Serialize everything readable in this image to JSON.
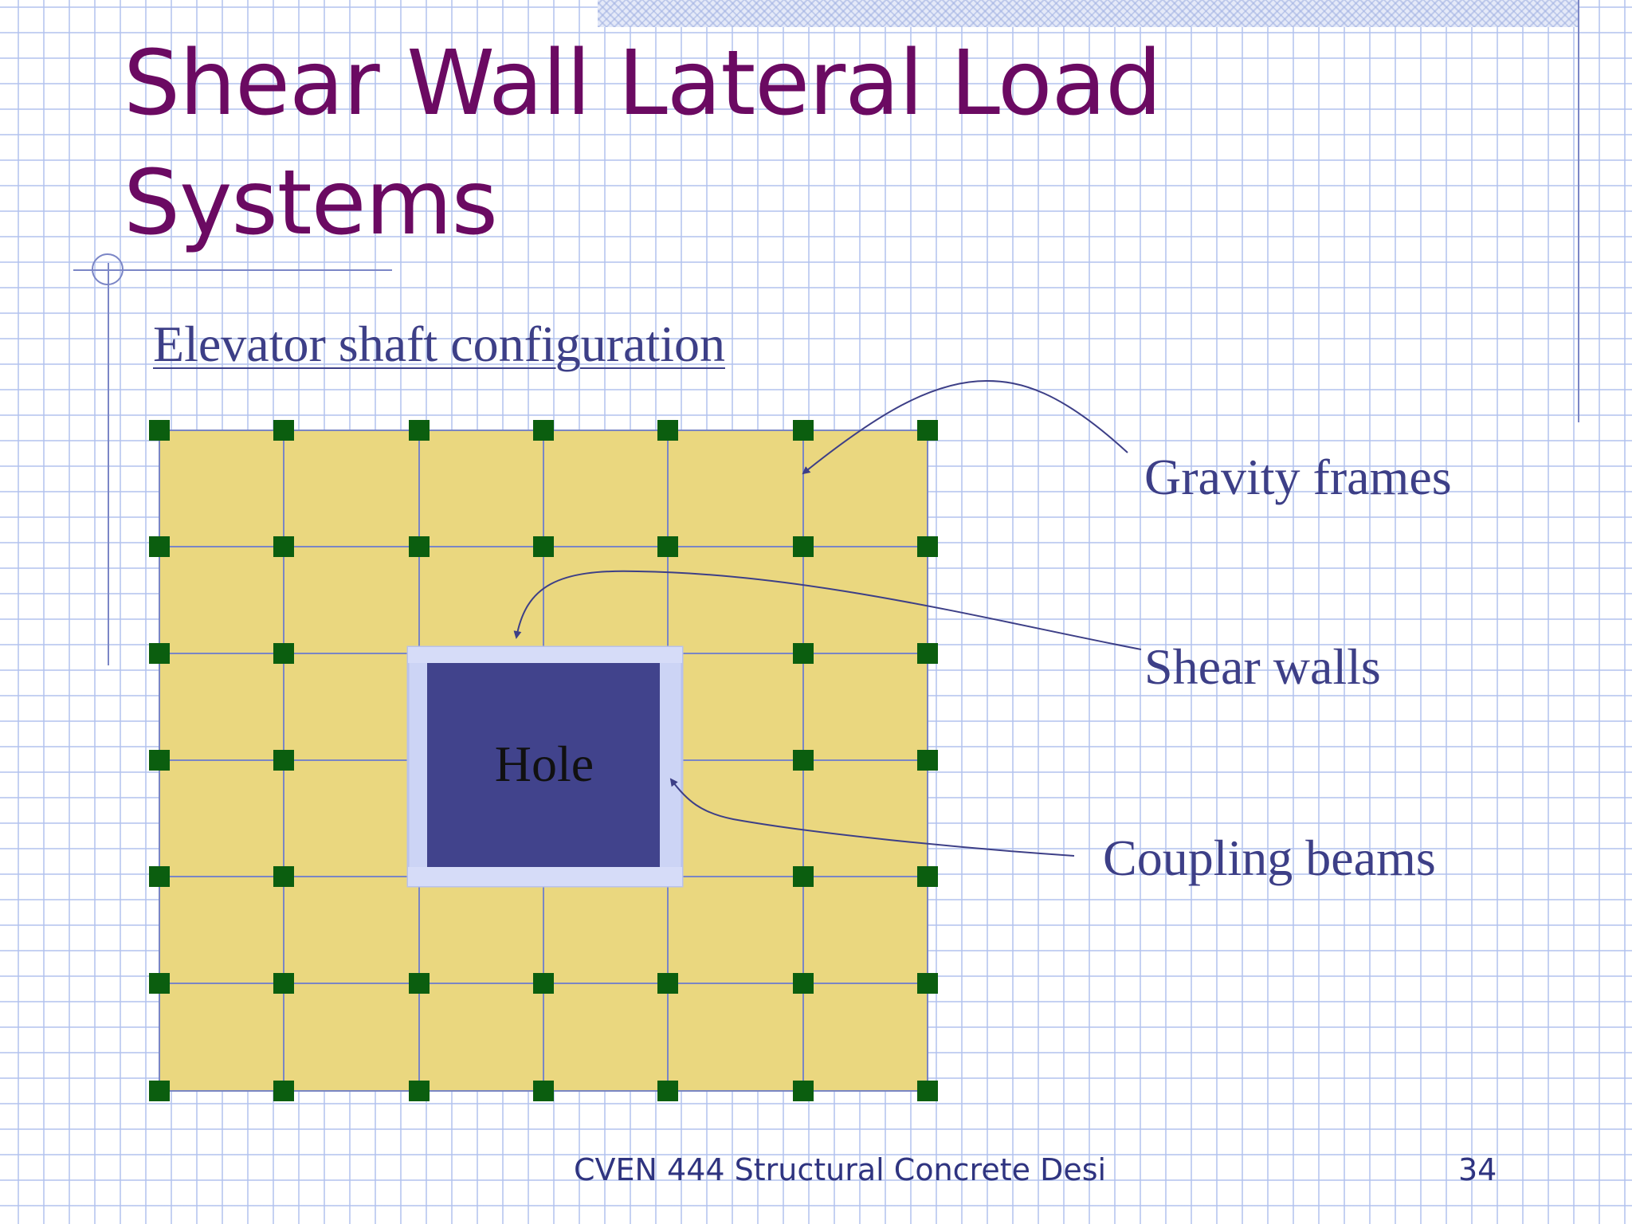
{
  "slide": {
    "title_line1": "Shear Wall Lateral Load",
    "title_line2": "Systems",
    "subtitle": "Elevator shaft configuration",
    "footer": "CVEN 444 Structural Concrete Desi",
    "page_number": "34"
  },
  "diagram": {
    "hole_label": "Hole",
    "callouts": {
      "gravity_frames": "Gravity frames",
      "shear_walls": "Shear walls",
      "coupling_beams": "Coupling beams"
    },
    "colors": {
      "floor_plate": "#ead77f",
      "column": "#0b5e0f",
      "grid_line": "#7a86c4",
      "hole": "#41438c",
      "shear_wall": "#ccd4f5",
      "title": "#6b0a62",
      "text": "#3d3f87"
    }
  }
}
